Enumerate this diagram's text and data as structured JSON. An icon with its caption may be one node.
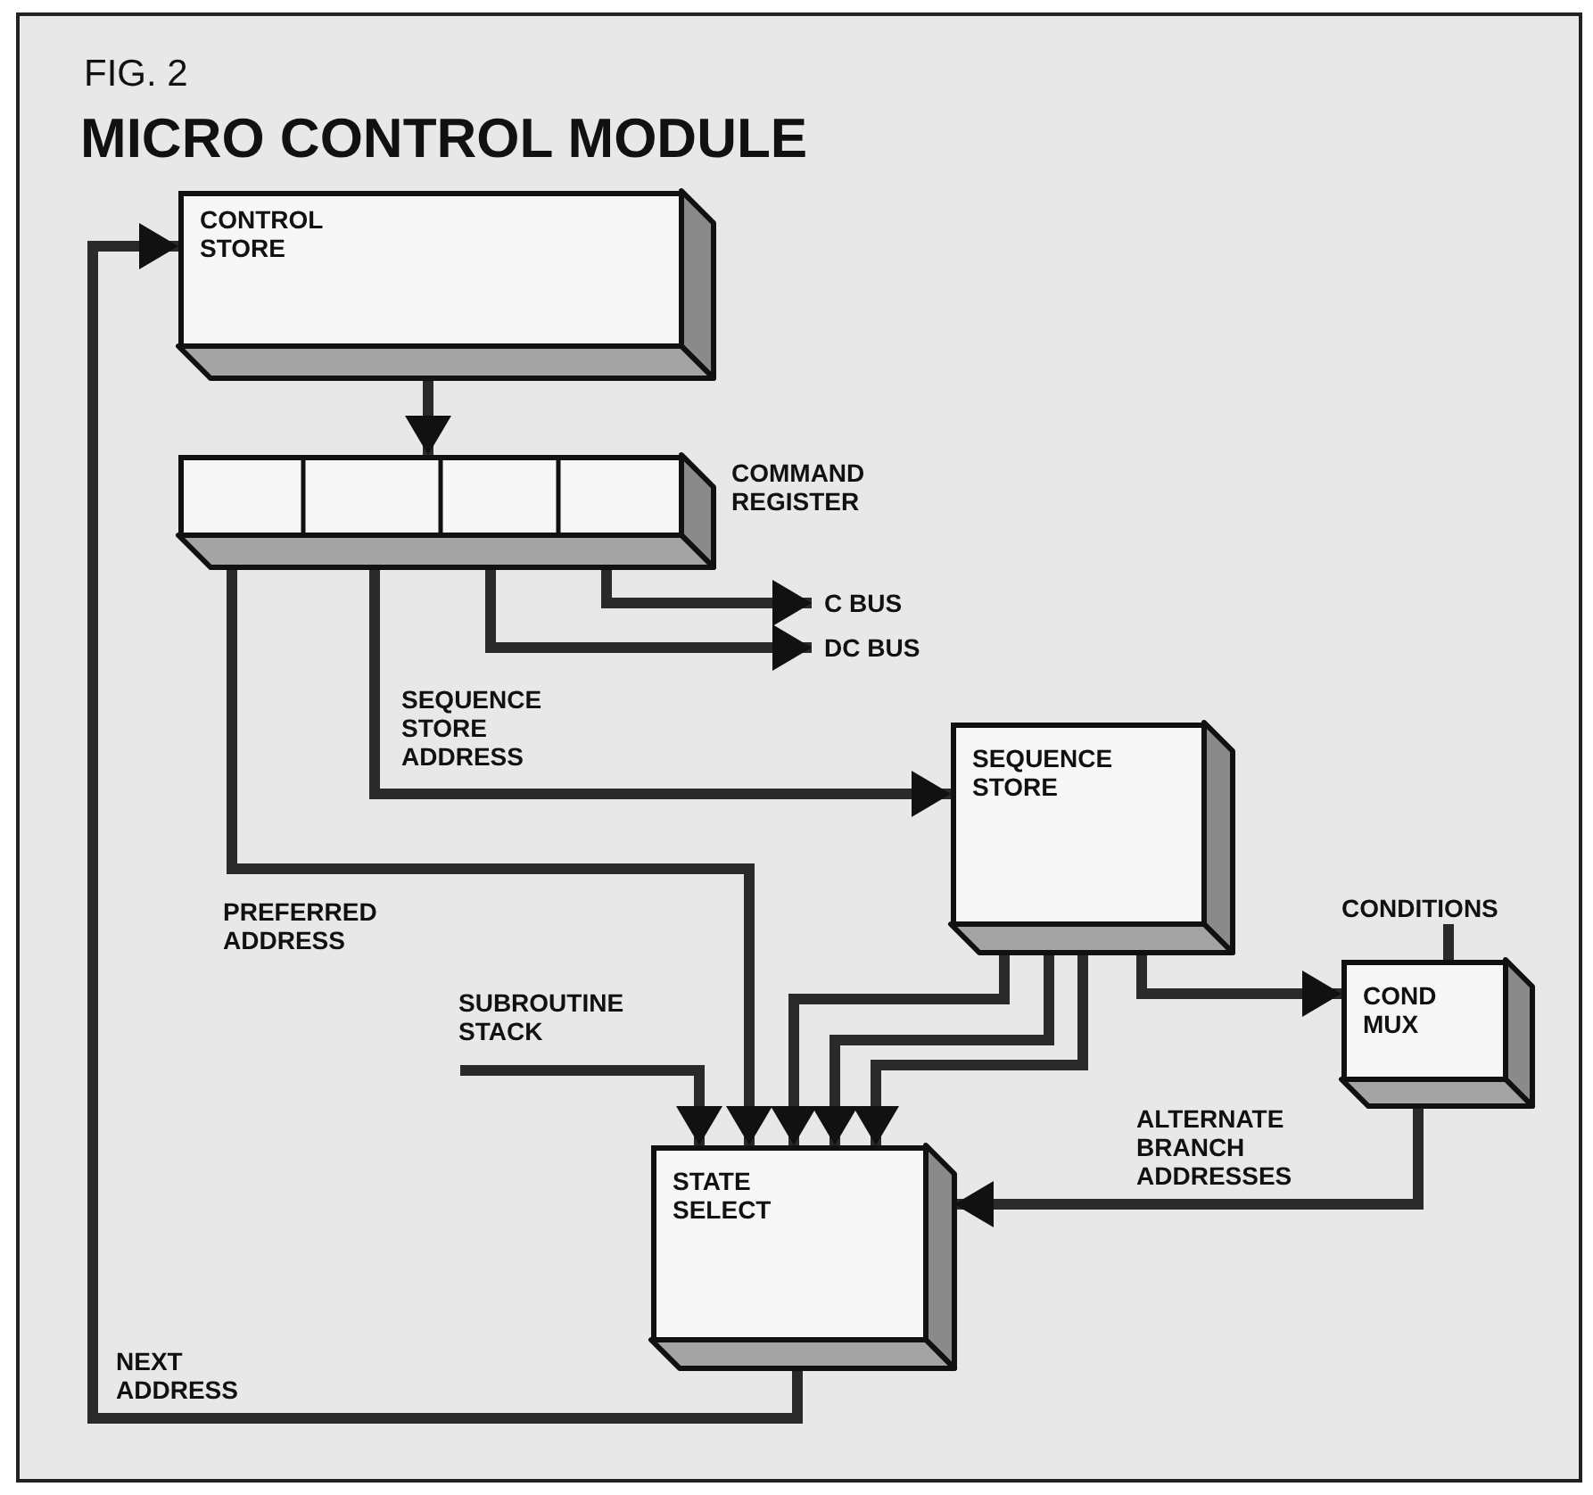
{
  "diagram": {
    "title": "MICRO CONTROL MODULE",
    "nodes": [
      {
        "text": [
          "CONTROL STORE"
        ]
      },
      {
        "text": [],
        "shape": "box",
        "beside": [
          "COMMAND REGISTER"
        ]
      },
      {
        "text": [
          "C BUS"
        ]
      },
      {
        "text": [
          "DC BUS"
        ]
      },
      {
        "text": [
          "SEQUENCE STORE"
        ]
      },
      {
        "text": [
          "COND MUX"
        ]
      },
      {
        "text": [
          "CONDITIONS"
        ]
      },
      {
        "text": [
          "SUBROUTINE STACK"
        ]
      },
      {
        "text": [
          "STATE SELECT"
        ]
      }
    ],
    "edges": [
      {
        "from": 0,
        "to": 1,
        "arrow": "to"
      },
      {
        "from": 1,
        "to": 2,
        "arrow": "to"
      },
      {
        "from": 1,
        "to": 3,
        "arrow": "to"
      },
      {
        "from": 1,
        "to": 4,
        "arrow": "to",
        "label": "SEQUENCE STORE ADDRESS"
      },
      {
        "from": 1,
        "to": 8,
        "arrow": "to",
        "label": "PREFERRED ADDRESS"
      },
      {
        "from": 4,
        "to": 8,
        "arrow": "to"
      },
      {
        "from": 4,
        "to": 8,
        "arrow": "to"
      },
      {
        "from": 4,
        "to": 8,
        "arrow": "to"
      },
      {
        "from": 4,
        "to": 5,
        "arrow": "to"
      },
      {
        "from": 6,
        "to": 5,
        "arrow": "none"
      },
      {
        "from": 7,
        "to": 8,
        "arrow": "to"
      },
      {
        "from": 5,
        "to": 8,
        "arrow": "to",
        "label": "ALTERNATE BRANCH ADDRESSES"
      },
      {
        "from": 8,
        "to": 0,
        "arrow": "to",
        "label": "NEXT ADDRESS"
      }
    ],
    "labels": [
      "FIG. 2"
    ]
  }
}
